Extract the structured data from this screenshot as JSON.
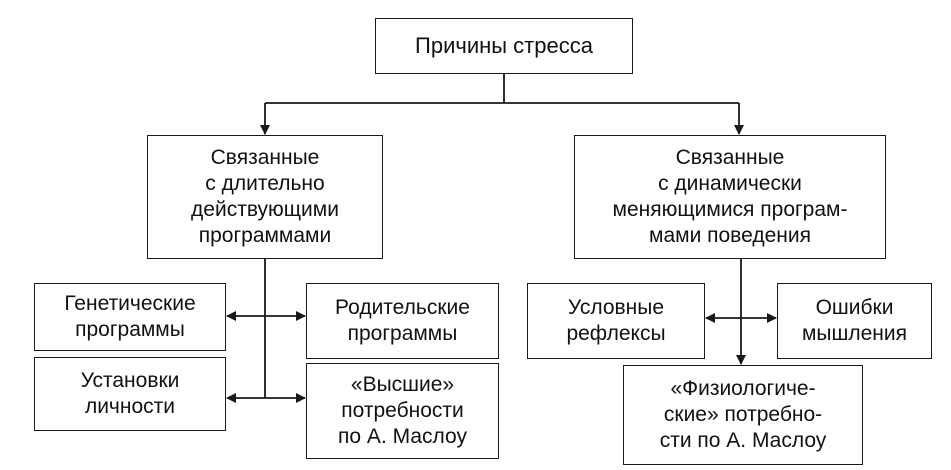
{
  "diagram": {
    "root": {
      "label": "Причины стресса"
    },
    "left_branch": {
      "label_lines": [
        "Связанные",
        "с длительно",
        "действующими",
        "программами"
      ],
      "children": [
        {
          "label_lines": [
            "Генетические",
            "программы"
          ]
        },
        {
          "label_lines": [
            "Родительские",
            "программы"
          ]
        },
        {
          "label_lines": [
            "Установки",
            "личности"
          ]
        },
        {
          "label_lines": [
            "«Высшие»",
            "потребности",
            "по А. Маслоу"
          ]
        }
      ]
    },
    "right_branch": {
      "label_lines": [
        "Связанные",
        "с динамически",
        "меняющимися програм-",
        "мами поведения"
      ],
      "children": [
        {
          "label_lines": [
            "Условные",
            "рефлексы"
          ]
        },
        {
          "label_lines": [
            "Ошибки",
            "мышления"
          ]
        },
        {
          "label_lines": [
            "«Физиологиче-",
            "ские» потребно-",
            "сти по А. Маслоу"
          ]
        }
      ]
    },
    "colors": {
      "line": "#1a1a1a",
      "box_border": "#1a1a1a",
      "text": "#111111",
      "background": "#ffffff"
    }
  }
}
